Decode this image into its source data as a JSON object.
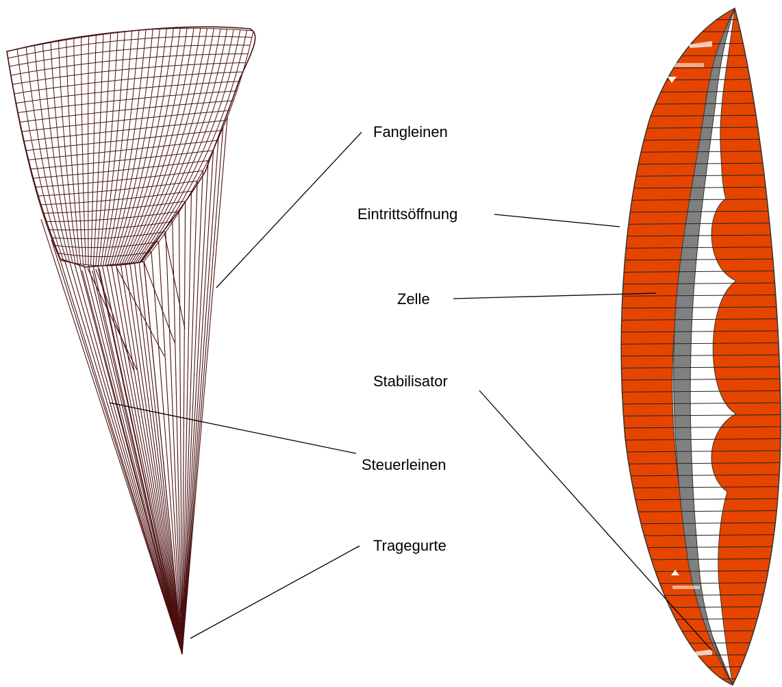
{
  "labels": {
    "fangleinen": "Fangleinen",
    "eintrittsoeffnung": "Eintrittsöffnung",
    "zelle": "Zelle",
    "stabilisator": "Stabilisator",
    "steuerleinen": "Steuerleinen",
    "tragegurte": "Tragegurte"
  },
  "colors": {
    "line_brown": "#4a0f0f",
    "wing_fill": "#e64500",
    "wing_stripe": "#222222",
    "stabilizer_gray": "#808080",
    "leader_line": "#000000"
  }
}
